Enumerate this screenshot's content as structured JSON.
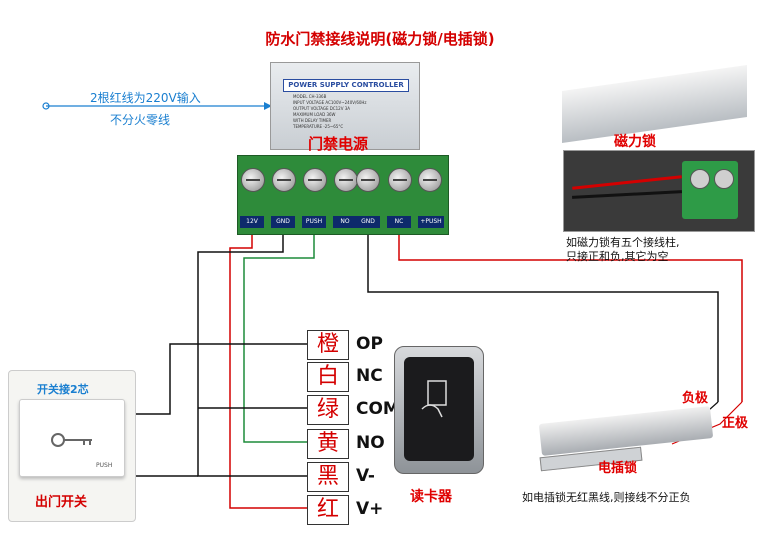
{
  "title": "防水门禁接线说明(磁力锁/电插锁)",
  "supply": {
    "header": "POWER SUPPLY CONTROLLER",
    "specs": [
      "MODEL                CH-336B",
      "INPUT VOLTAGE     AC100V~240V/60Hz",
      "OUTPUT VOLTAGE   DC12V 3A",
      "MAXIMUM LOAD       36W",
      "WITH                   DELAY TIMER",
      "TEMPERATURE       -25~65°C"
    ],
    "label": "门禁电源",
    "terminals": [
      "12V",
      "GND",
      "PUSH",
      "NO",
      "GND",
      "NC",
      "+PUSH"
    ]
  },
  "input_note": [
    "2根红线为220V输入",
    "不分火零线"
  ],
  "maglock": {
    "label": "磁力锁",
    "note": [
      "如磁力锁有五个接线柱,",
      "只接正和负,其它为空"
    ]
  },
  "reader": {
    "label": "读卡器",
    "colors": [
      {
        "cn": "橙",
        "code": "OP"
      },
      {
        "cn": "白",
        "code": "NC"
      },
      {
        "cn": "绿",
        "code": "COM"
      },
      {
        "cn": "黄",
        "code": "NO"
      },
      {
        "cn": "黑",
        "code": "V-"
      },
      {
        "cn": "红",
        "code": "V+"
      }
    ]
  },
  "exit_switch": {
    "top_label": "开关接2芯",
    "button_text": "PUSH",
    "bottom_label": "出门开关"
  },
  "boltlock": {
    "label": "电插锁",
    "neg": "负极",
    "pos": "正极",
    "note": "如电插锁无红黑线,则接线不分正负"
  }
}
